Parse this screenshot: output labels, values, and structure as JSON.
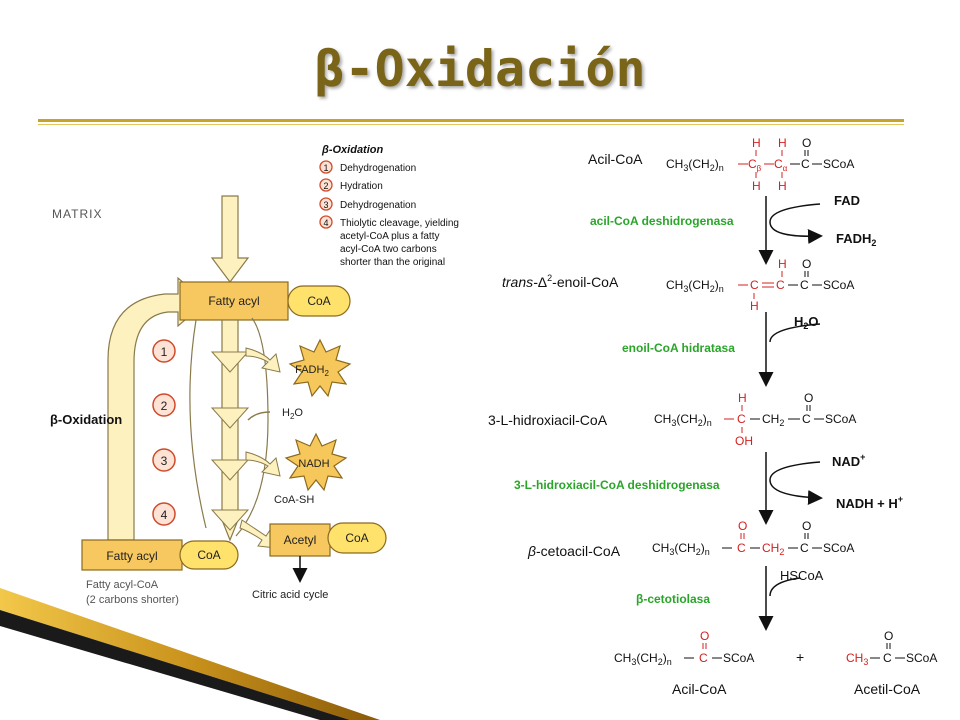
{
  "slide": {
    "title": "β-Oxidación",
    "colors": {
      "title": "#7a6418",
      "rule": "#c9a227",
      "box": "#f7c760",
      "coa": "#ffe26b",
      "arrow": "#fdf1c0",
      "star": "#f6c75a",
      "enzyme": "#2aa52a",
      "red": "#d42020"
    }
  },
  "left_diagram": {
    "region_label": "MATRIX",
    "legend": {
      "title": "β-Oxidation",
      "items": [
        {
          "num": "1",
          "text": "Dehydrogenation"
        },
        {
          "num": "2",
          "text": "Hydration"
        },
        {
          "num": "3",
          "text": "Dehydrogenation"
        },
        {
          "num": "4",
          "line1": "Thiolytic cleavage, yielding",
          "line2": "acetyl-CoA plus a fatty",
          "line3": "acyl-CoA two carbons",
          "line4": "shorter than the original"
        }
      ]
    },
    "top_box": {
      "label": "Fatty acyl",
      "coa": "CoA"
    },
    "bottom_box": {
      "label": "Fatty acyl",
      "coa": "CoA"
    },
    "acetyl_box": {
      "label": "Acetyl",
      "coa": "CoA"
    },
    "cycle_label": "β-Oxidation",
    "steps": [
      "1",
      "2",
      "3",
      "4"
    ],
    "products": {
      "fadh2": "FADH",
      "fadh2_sub": "2",
      "h2o": "H",
      "h2o_sub": "2",
      "h2o_tail": "O",
      "nadh": "NADH",
      "coash": "CoA-SH"
    },
    "caption_line1": "Fatty acyl-CoA",
    "caption_line2": "(2 carbons shorter)",
    "citric": "Citric acid cycle"
  },
  "right_pathway": {
    "acil_coa": "Acil-CoA",
    "enzyme1": "acil-CoA deshidrogenasa",
    "fad": "FAD",
    "fadh2": "FADH",
    "fadh2_sub": "2",
    "enoil_prefix": "trans-",
    "enoil_delta": "Δ",
    "enoil_sup": "2",
    "enoil_suffix": "-enoil-CoA",
    "enzyme2": "enoil-CoA hidratasa",
    "h2o": "H",
    "h2o_sub": "2",
    "h2o_tail": "O",
    "hidroxi": "3-L-hidroxiacil-CoA",
    "enzyme3": "3-L-hidroxiacil-CoA deshidrogenasa",
    "nad": "NAD",
    "nad_sup": "+",
    "nadh": "NADH + H",
    "nadh_sup": "+",
    "cetoacil_prefix": "β",
    "cetoacil": "-cetoacil-CoA",
    "hscoa": "HSCoA",
    "enzyme4": "β-cetotiolasa",
    "product1": "Acil-CoA",
    "product2": "Acetil-CoA",
    "plus": "+",
    "chem": {
      "h": "H",
      "o": "O",
      "c": "C",
      "oh": "OH",
      "ch3": "CH",
      "ch3_sub": "3",
      "ch2": "CH",
      "ch2_sub": "2",
      "n": "n",
      "scoa": "SCoA",
      "beta": "β",
      "alpha": "α"
    }
  }
}
